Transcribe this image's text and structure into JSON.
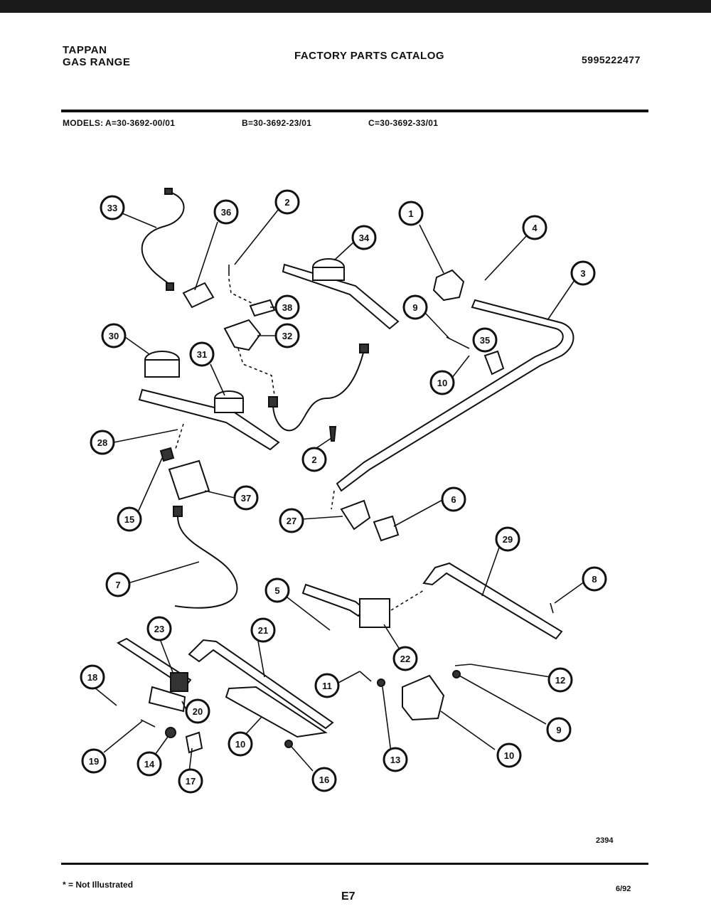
{
  "header": {
    "brand_line1": "TAPPAN",
    "brand_line2": "GAS RANGE",
    "catalog_title": "FACTORY PARTS CATALOG",
    "part_number": "5995222477"
  },
  "models": {
    "label": "MODELS:",
    "a": "A=30-3692-00/01",
    "b": "B=30-3692-23/01",
    "c": "C=30-3692-33/01"
  },
  "diagram": {
    "callouts": [
      "33",
      "36",
      "2",
      "34",
      "1",
      "4",
      "3",
      "38",
      "32",
      "9",
      "35",
      "10",
      "30",
      "31",
      "28",
      "2",
      "15",
      "37",
      "27",
      "6",
      "7",
      "29",
      "8",
      "5",
      "22",
      "23",
      "21",
      "18",
      "20",
      "19",
      "12",
      "9",
      "10",
      "14",
      "17",
      "16",
      "13",
      "10",
      "11",
      "12"
    ]
  },
  "footer": {
    "drawing_number": "2394",
    "footnote": "* = Not Illustrated",
    "page": "E7",
    "date_code": "6/92"
  }
}
